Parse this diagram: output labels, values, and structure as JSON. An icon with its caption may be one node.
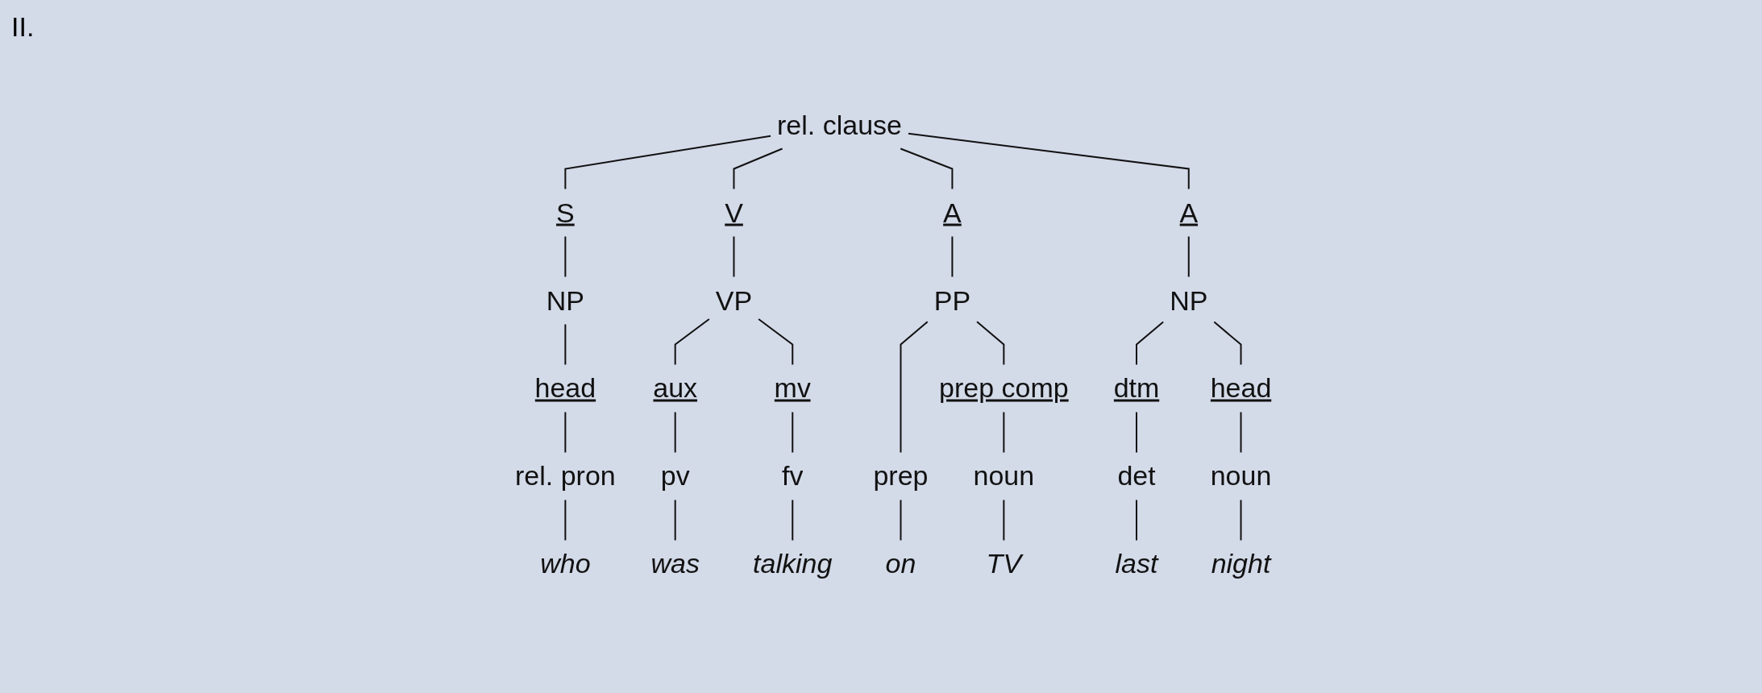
{
  "diagram": {
    "nodes": [
      {
        "text": [
          "rel. clause"
        ]
      },
      {
        "text": [
          "S"
        ]
      },
      {
        "text": [
          "V"
        ]
      },
      {
        "text": [
          "A"
        ]
      },
      {
        "text": [
          "A"
        ]
      },
      {
        "text": [
          "NP"
        ]
      },
      {
        "text": [
          "VP"
        ]
      },
      {
        "text": [
          "PP"
        ]
      },
      {
        "text": [
          "NP"
        ]
      },
      {
        "text": [
          "head"
        ]
      },
      {
        "text": [
          "aux"
        ]
      },
      {
        "text": [
          "mv"
        ]
      },
      {
        "text": [
          "prep comp"
        ]
      },
      {
        "text": [
          "dtm"
        ]
      },
      {
        "text": [
          "head"
        ]
      },
      {
        "text": [
          "rel. pron"
        ]
      },
      {
        "text": [
          "pv"
        ]
      },
      {
        "text": [
          "fv"
        ]
      },
      {
        "text": [
          "prep"
        ]
      },
      {
        "text": [
          "noun"
        ]
      },
      {
        "text": [
          "det"
        ]
      },
      {
        "text": [
          "noun"
        ]
      },
      {
        "text": [
          "who"
        ]
      },
      {
        "text": [
          "was"
        ]
      },
      {
        "text": [
          "talking"
        ]
      },
      {
        "text": [
          "on"
        ]
      },
      {
        "text": [
          "TV"
        ]
      },
      {
        "text": [
          "last"
        ]
      },
      {
        "text": [
          "night"
        ]
      }
    ],
    "edges": [
      {
        "from": 0,
        "to": 1,
        "arrow": "none"
      },
      {
        "from": 0,
        "to": 2,
        "arrow": "none"
      },
      {
        "from": 0,
        "to": 3,
        "arrow": "none"
      },
      {
        "from": 0,
        "to": 4,
        "arrow": "none"
      },
      {
        "from": 1,
        "to": 5,
        "arrow": "none"
      },
      {
        "from": 2,
        "to": 6,
        "arrow": "none"
      },
      {
        "from": 3,
        "to": 7,
        "arrow": "none"
      },
      {
        "from": 4,
        "to": 8,
        "arrow": "none"
      },
      {
        "from": 5,
        "to": 9,
        "arrow": "none"
      },
      {
        "from": 6,
        "to": 10,
        "arrow": "none"
      },
      {
        "from": 6,
        "to": 11,
        "arrow": "none"
      },
      {
        "from": 7,
        "to": 18,
        "arrow": "none"
      },
      {
        "from": 7,
        "to": 12,
        "arrow": "none"
      },
      {
        "from": 8,
        "to": 13,
        "arrow": "none"
      },
      {
        "from": 8,
        "to": 14,
        "arrow": "none"
      },
      {
        "from": 9,
        "to": 15,
        "arrow": "none"
      },
      {
        "from": 10,
        "to": 16,
        "arrow": "none"
      },
      {
        "from": 11,
        "to": 17,
        "arrow": "none"
      },
      {
        "from": 12,
        "to": 19,
        "arrow": "none"
      },
      {
        "from": 13,
        "to": 20,
        "arrow": "none"
      },
      {
        "from": 14,
        "to": 21,
        "arrow": "none"
      },
      {
        "from": 15,
        "to": 22,
        "arrow": "none"
      },
      {
        "from": 16,
        "to": 23,
        "arrow": "none"
      },
      {
        "from": 17,
        "to": 24,
        "arrow": "none"
      },
      {
        "from": 18,
        "to": 25,
        "arrow": "none"
      },
      {
        "from": 19,
        "to": 26,
        "arrow": "none"
      },
      {
        "from": 20,
        "to": 27,
        "arrow": "none"
      },
      {
        "from": 21,
        "to": 28,
        "arrow": "none"
      }
    ],
    "labels": [
      "II."
    ]
  }
}
